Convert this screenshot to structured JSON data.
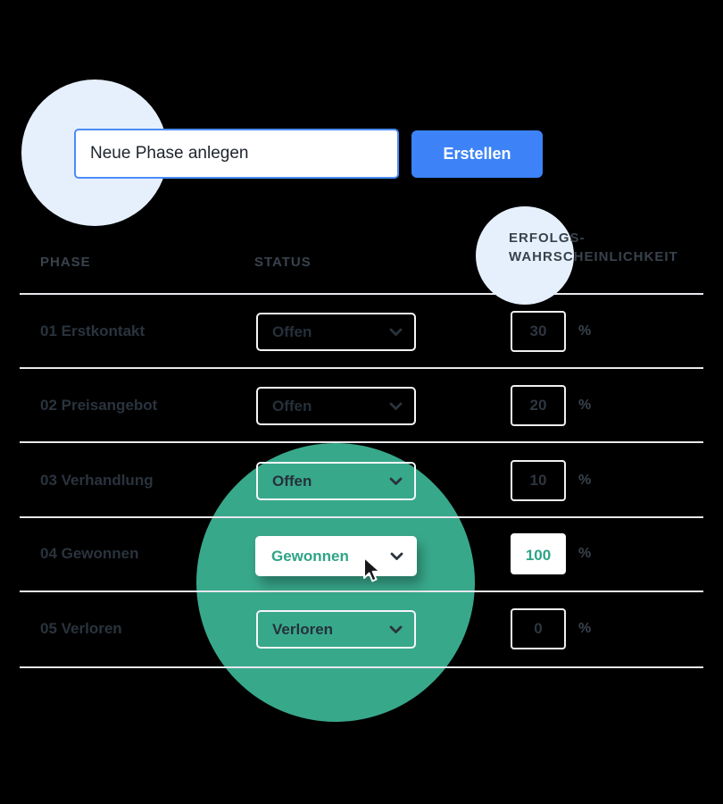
{
  "create_bar": {
    "input_value": "Neue Phase anlegen",
    "button_label": "Erstellen"
  },
  "table": {
    "headers": {
      "phase": "PHASE",
      "status": "STATUS",
      "probability_line1": "ERFOLGS-",
      "probability_line2": "WAHRSCHEINLICHKEIT"
    },
    "percent_suffix": "%",
    "rows": [
      {
        "phase": "01 Erstkontakt",
        "status": "Offen",
        "probability": "30"
      },
      {
        "phase": "02 Preisangebot",
        "status": "Offen",
        "probability": "20"
      },
      {
        "phase": "03 Verhandlung",
        "status": "Offen",
        "probability": "10"
      },
      {
        "phase": "04 Gewonnen",
        "status": "Gewonnen",
        "probability": "100"
      },
      {
        "phase": "05 Verloren",
        "status": "Verloren",
        "probability": "0"
      }
    ]
  },
  "icons": {
    "chevron": "chevron-down-icon",
    "cursor": "cursor-arrow-icon"
  },
  "colors": {
    "bg": "#000000",
    "circleBlue": "#E6F0FD",
    "teal": "#38A88B",
    "blue": "#3D83F7",
    "inputBorder": "#4A8CF6",
    "dark": "#2A333D",
    "header": "#39434D",
    "line": "#E8E8EC",
    "selectBorder": "#F6F6F8",
    "pctBorder": "#F0F0F3",
    "won": "#2EA386"
  }
}
